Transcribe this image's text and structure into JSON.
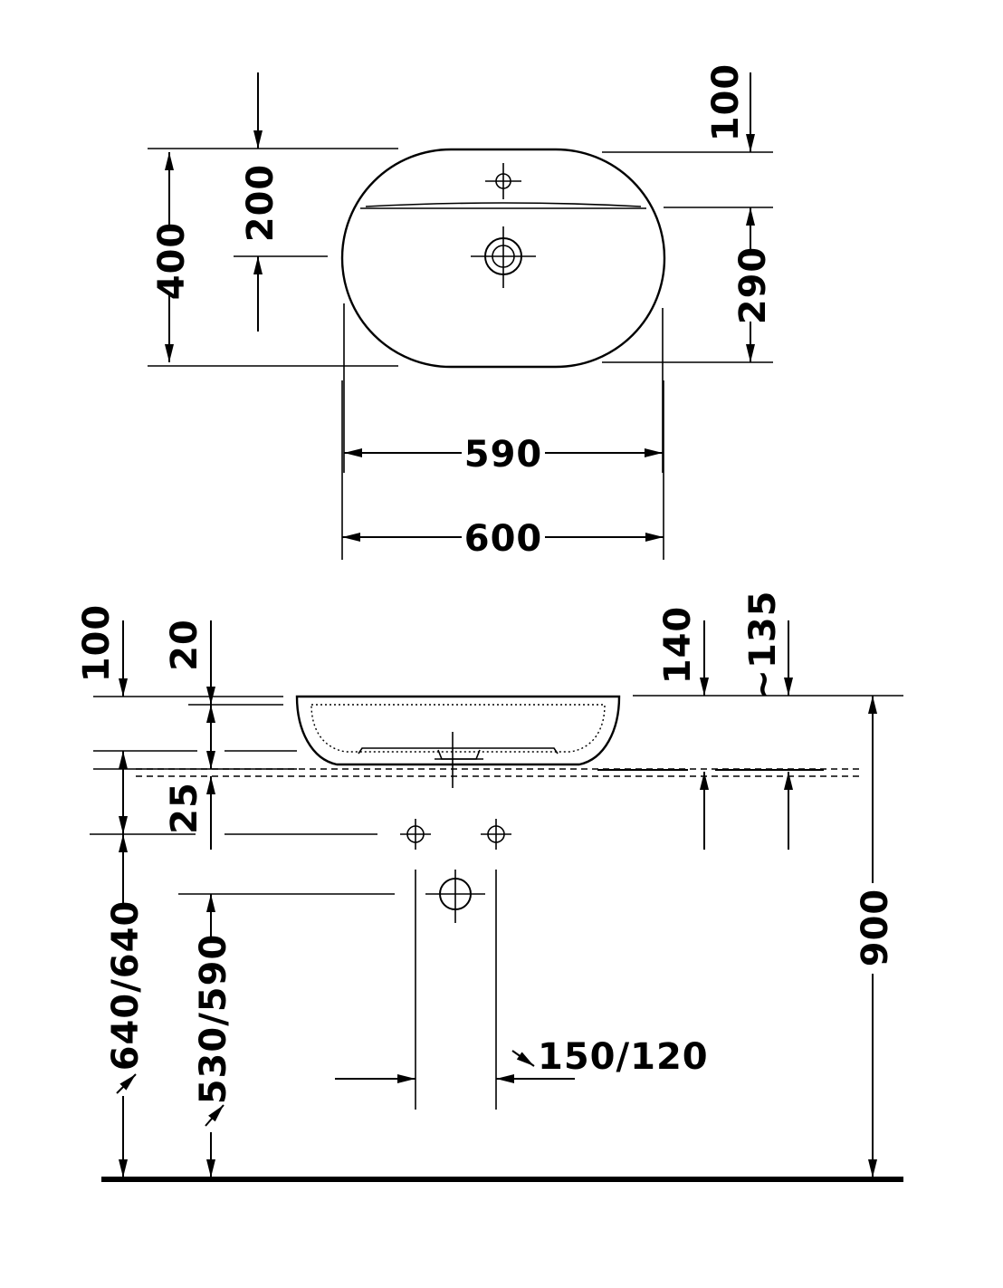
{
  "plan_view": {
    "dims": {
      "overall_depth": "400",
      "tap_hole_offset": "200",
      "top_offset": "100",
      "bowl_depth": "290",
      "bowl_width": "590",
      "overall_width": "600"
    }
  },
  "side_view": {
    "dims": {
      "top_height": "100",
      "rim_height": "20",
      "waste_height": "25",
      "tap_height": "140",
      "approx_height": "~135",
      "total_height": "900",
      "trap_heights_a": "640/640",
      "trap_heights_b": "530/590",
      "trap_distance": "150/120"
    }
  }
}
